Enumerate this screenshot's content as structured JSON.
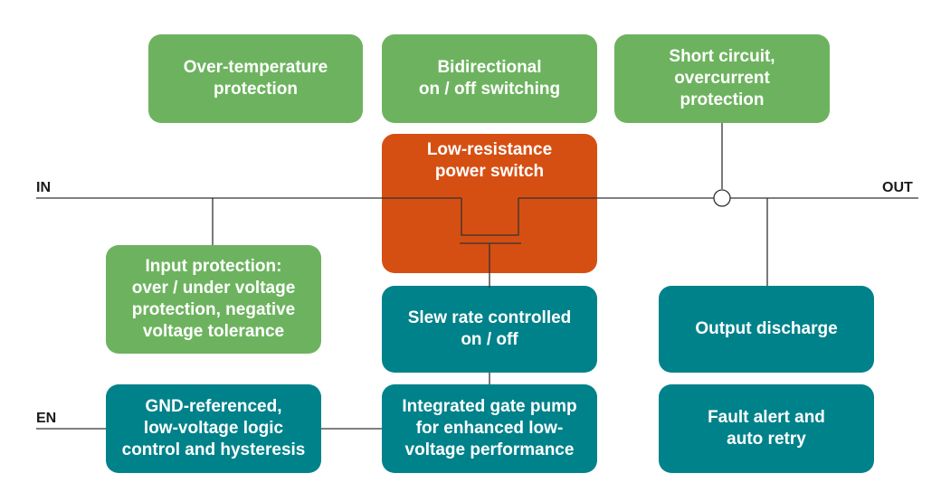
{
  "labels": {
    "in": "IN",
    "out": "OUT",
    "en": "EN"
  },
  "boxes": {
    "over_temperature": "Over-temperature\nprotection",
    "bidirectional": "Bidirectional\non / off switching",
    "short_circuit": "Short circuit,\novercurrent\nprotection",
    "power_switch": "Low-resistance\npower switch",
    "input_protection": "Input protection:\nover / under voltage\nprotection, negative\nvoltage tolerance",
    "slew_rate": "Slew rate controlled\non / off",
    "output_discharge": "Output discharge",
    "gnd_referenced": "GND-referenced,\nlow-voltage logic\ncontrol and hysteresis",
    "gate_pump": "Integrated gate pump\nfor enhanced low-\nvoltage performance",
    "fault_alert": "Fault alert and\nauto retry"
  },
  "colors": {
    "green": "#6db35f",
    "teal": "#00828a",
    "orange": "#d64f12",
    "line": "#333333"
  }
}
